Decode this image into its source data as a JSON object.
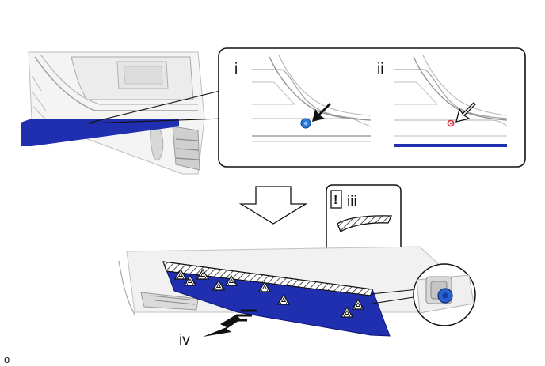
{
  "labels": {
    "i": "i",
    "ii": "ii",
    "iii": "iii",
    "iv": "iv",
    "caution_mark": "!",
    "figure_code": "o"
  },
  "colors": {
    "blue_panel": "#1f2fb0",
    "clip_blue": "#2a7be0",
    "clip_red": "#d0303a",
    "line_gray": "#9a9a9a",
    "outline": "#111111"
  },
  "icons": {
    "clip_marker": "triangle-cluster-icon",
    "pull_direction": "arrow-left-down-icon",
    "flow": "arrow-down-outline-icon"
  }
}
